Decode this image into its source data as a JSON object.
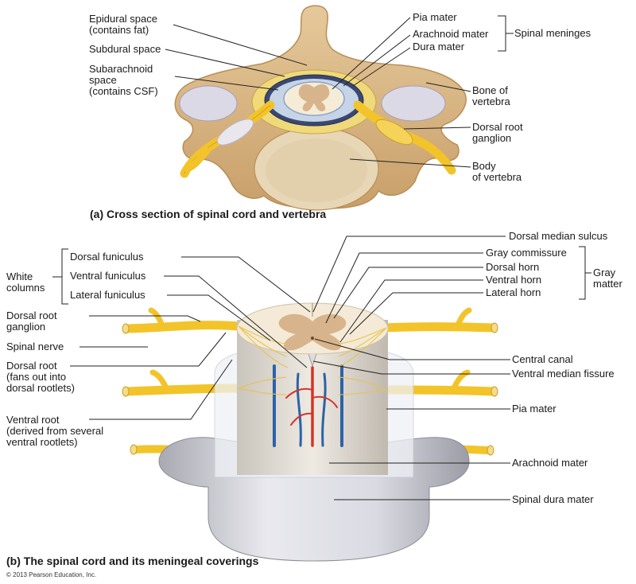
{
  "panel_a": {
    "caption": "(a) Cross section of spinal cord and vertebra",
    "labels": {
      "epidural": "Epidural space\n(contains fat)",
      "subdural": "Subdural space",
      "subarachnoid": "Subarachnoid\nspace\n(contains CSF)",
      "pia": "Pia mater",
      "arachnoid": "Arachnoid mater",
      "dura": "Dura mater",
      "meninges_group": "Spinal meninges",
      "bone": "Bone of\nvertebra",
      "drg": "Dorsal root\nganglion",
      "body": "Body\nof vertebra"
    }
  },
  "panel_b": {
    "caption": "(b) The spinal cord and its meningeal coverings",
    "labels": {
      "white_group": "White\ncolumns",
      "dorsal_funiculus": "Dorsal funiculus",
      "ventral_funiculus": "Ventral funiculus",
      "lateral_funiculus": "Lateral funiculus",
      "drg": "Dorsal root\nganglion",
      "spinal_nerve": "Spinal nerve",
      "dorsal_root": "Dorsal root\n(fans out into\ndorsal rootlets)",
      "ventral_root": "Ventral root\n(derived from several\nventral rootlets)",
      "dorsal_median_sulcus": "Dorsal median sulcus",
      "gray_commissure": "Gray commissure",
      "dorsal_horn": "Dorsal horn",
      "ventral_horn": "Ventral horn",
      "lateral_horn": "Lateral horn",
      "gray_group": "Gray\nmatter",
      "central_canal": "Central canal",
      "ventral_median_fissure": "Ventral median fissure",
      "pia": "Pia mater",
      "arachnoid": "Arachnoid mater",
      "dura": "Spinal dura mater"
    }
  },
  "copyright": "© 2013 Pearson Education, Inc.",
  "colors": {
    "bone": "#d9b98a",
    "nerve": "#f2c42a",
    "dura": "#c9c9d3",
    "gray_matter": "#d7b28c",
    "white_matter": "#f4ead7",
    "artery": "#d3352a",
    "vein": "#2c62a8"
  }
}
